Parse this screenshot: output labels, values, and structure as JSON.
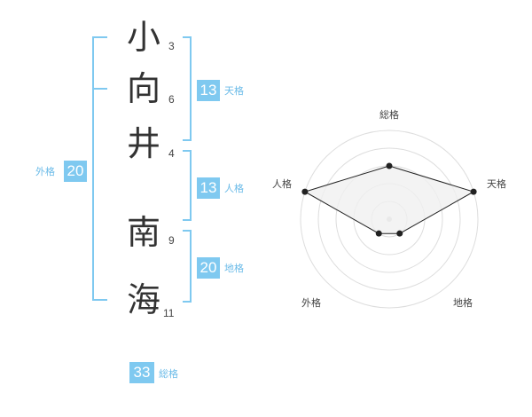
{
  "name": {
    "chars": [
      {
        "char": "小",
        "strokes": "3"
      },
      {
        "char": "向",
        "strokes": "6"
      },
      {
        "char": "井",
        "strokes": "4"
      },
      {
        "char": "南",
        "strokes": "9"
      },
      {
        "char": "海",
        "strokes": "11"
      }
    ]
  },
  "kaku": {
    "tenkaku": {
      "value": "13",
      "label": "天格"
    },
    "jinkaku": {
      "value": "13",
      "label": "人格"
    },
    "chikaku": {
      "value": "20",
      "label": "地格"
    },
    "gaikaku": {
      "value": "20",
      "label": "外格"
    },
    "soukaku": {
      "value": "33",
      "label": "総格"
    }
  },
  "colors": {
    "accent": "#7fc9f0",
    "accent_text": "#6bbbe8",
    "text": "#333333"
  },
  "chart_data": {
    "type": "radar",
    "axes": [
      "総格",
      "天格",
      "地格",
      "外格",
      "人格"
    ],
    "values": [
      0.6,
      1.0,
      0.2,
      0.2,
      1.0
    ],
    "scale": [
      0,
      1
    ],
    "rings": 5,
    "fill": "#f0f0f0",
    "line_color": "#222222"
  }
}
